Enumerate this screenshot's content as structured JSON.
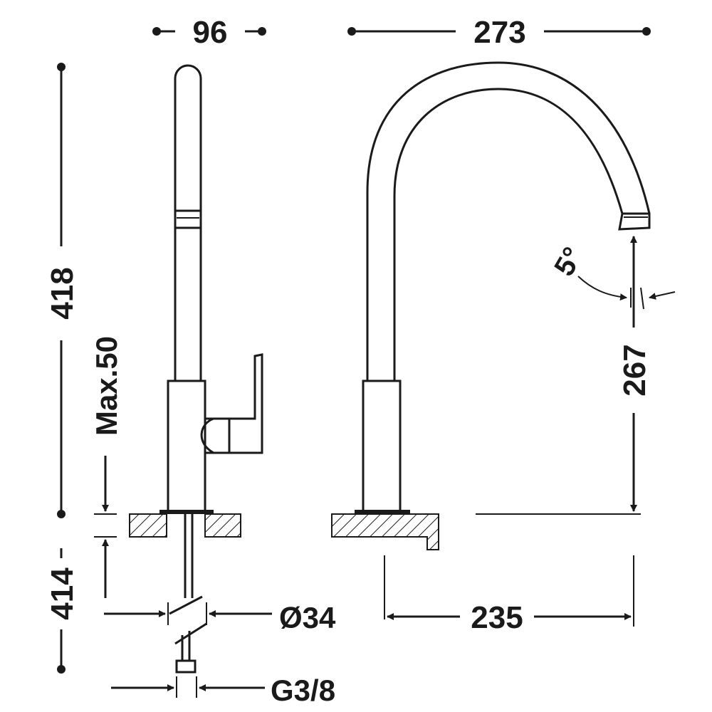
{
  "dimensions": {
    "width_side": "96",
    "width_front": "273",
    "height_total": "418",
    "max_deck": "Max.50",
    "below_deck": "414",
    "spout_height": "267",
    "spout_angle": "5°",
    "reach": "235",
    "hole_diameter": "Ø34",
    "connection": "G3/8"
  }
}
